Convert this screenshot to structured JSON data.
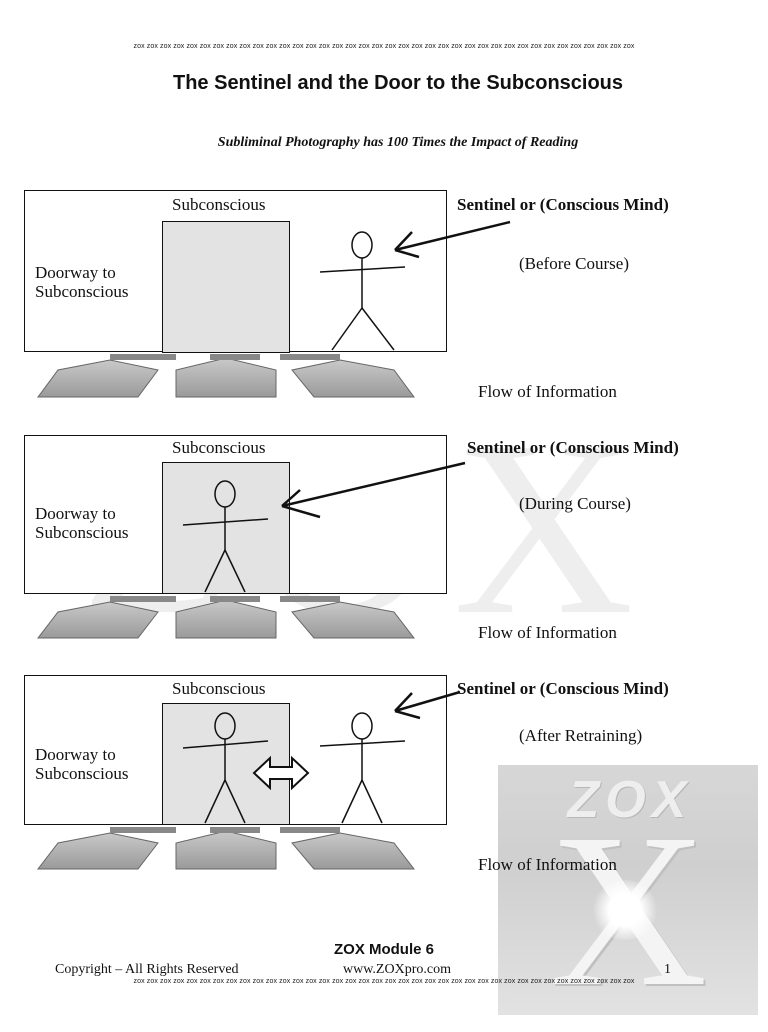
{
  "header": {
    "zox_strip": "zox zox zox zox zox zox zox zox zox zox zox zox zox zox zox zox zox zox zox zox zox zox zox zox zox zox zox zox zox zox zox zox zox zox zox zox zox zox",
    "title": "The Sentinel and the Door to the Subconscious",
    "subtitle": "Subliminal Photography has 100 Times the Impact of Reading"
  },
  "watermark": {
    "text": "ZOX"
  },
  "diagrams": [
    {
      "box_title": "Subconscious",
      "doorway_line1": "Doorway to",
      "doorway_line2": "Subconscious",
      "sentinel": "Sentinel or (Conscious Mind)",
      "phase": "(Before Course)",
      "flow": "Flow of Information"
    },
    {
      "box_title": "Subconscious",
      "doorway_line1": "Doorway to",
      "doorway_line2": "Subconscious",
      "sentinel": "Sentinel or (Conscious Mind)",
      "phase": "(During Course)",
      "flow": "Flow of Information"
    },
    {
      "box_title": "Subconscious",
      "doorway_line1": "Doorway to",
      "doorway_line2": "Subconscious",
      "sentinel": "Sentinel or (Conscious Mind)",
      "phase": "(After Retraining)",
      "flow": "Flow of Information"
    }
  ],
  "logo": {
    "text": "ZOX",
    "letter": "X"
  },
  "footer": {
    "module": "ZOX Module 6",
    "copyright": "Copyright – All Rights Reserved",
    "website": "www.ZOXpro.com",
    "page_number": "1",
    "zox_strip": "zox zox zox zox zox zox zox zox zox zox zox zox zox zox zox zox zox zox zox zox zox zox zox zox zox zox zox zox zox zox zox zox zox zox zox zox zox zox"
  }
}
